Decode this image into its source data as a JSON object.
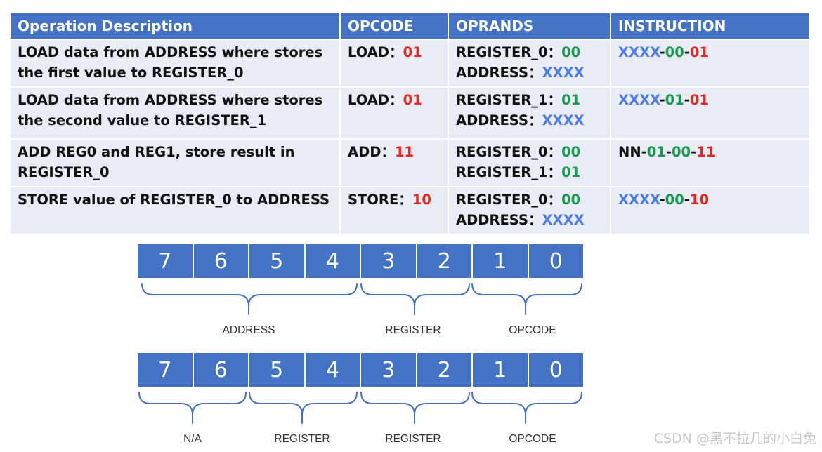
{
  "table": {
    "headers": [
      "Operation Description",
      "OPCODE",
      "OPRANDS",
      "INSTRUCTION"
    ],
    "rows": [
      {
        "desc": [
          "LOAD data from ADDRESS where stores",
          "the first value to REGISTER_0"
        ],
        "opcode_name": "LOAD：",
        "opcode_bits": "01",
        "oprand1_label": "REGISTER_0：",
        "oprand1_value": "00",
        "oprand2_label": "ADDRESS：",
        "oprand2_value": "XXXX",
        "instr": [
          "XXXX",
          "-",
          "00",
          "-",
          "01"
        ]
      },
      {
        "desc": [
          "LOAD data from ADDRESS where stores",
          "the second value to REGISTER_1"
        ],
        "opcode_name": "LOAD：",
        "opcode_bits": "01",
        "oprand1_label": "REGISTER_1：",
        "oprand1_value": "01",
        "oprand2_label": "ADDRESS：",
        "oprand2_value": "XXXX",
        "instr": [
          "XXXX",
          "-",
          "01",
          "-",
          "01"
        ]
      },
      {
        "desc": [
          "ADD REG0 and REG1, store result in",
          "REGISTER_0"
        ],
        "opcode_name": "ADD：",
        "opcode_bits": "11",
        "oprand1_label": "REGISTER_0：",
        "oprand1_value": "00",
        "oprand2_label": "REGISTER_1：",
        "oprand2_value": "01",
        "instr": [
          "NN",
          "-",
          "01",
          "-",
          "00",
          "-",
          "11"
        ]
      },
      {
        "desc": [
          "STORE value of REGISTER_0 to ADDRESS"
        ],
        "opcode_name": "STORE：",
        "opcode_bits": "10",
        "oprand1_label": "REGISTER_0：",
        "oprand1_value": "00",
        "oprand2_label": "ADDRESS：",
        "oprand2_value": "XXXX",
        "instr": [
          "XXXX",
          "-",
          "00",
          "-",
          "10"
        ]
      }
    ]
  },
  "bitfields": [
    {
      "bits": [
        "7",
        "6",
        "5",
        "4",
        "3",
        "2",
        "1",
        "0"
      ],
      "groups": [
        "ADDRESS",
        "REGISTER",
        "OPCODE"
      ]
    },
    {
      "bits": [
        "7",
        "6",
        "5",
        "4",
        "3",
        "2",
        "1",
        "0"
      ],
      "groups": [
        "N/A",
        "REGISTER",
        "REGISTER",
        "OPCODE"
      ]
    }
  ],
  "watermark": "CSDN @黑不拉几的小白兔",
  "colors": {
    "header_bg": "#4472c4",
    "row_bg": "#e9ecf4",
    "opcode_red": "#e8281e",
    "register_green": "#1a9a50",
    "address_blue": "#4d7de8"
  }
}
